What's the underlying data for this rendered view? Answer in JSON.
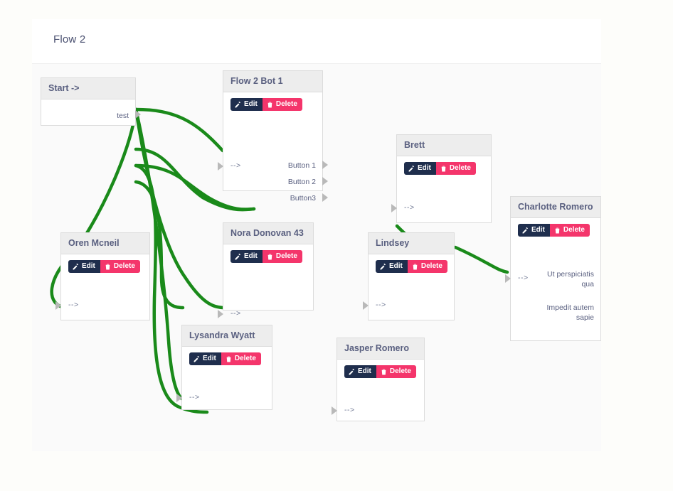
{
  "header": {
    "title": "Flow 2"
  },
  "canvas": {
    "edge_color": "#1a8a1a",
    "accent_edit": "#1f2e4d",
    "accent_delete": "#f4356b",
    "node_header_bg": "#ededed"
  },
  "buttons": {
    "edit_label": "Edit",
    "delete_label": "Delete"
  },
  "ports": {
    "in_label": "-->"
  },
  "nodes": [
    {
      "id": "start",
      "title": "Start ->",
      "has_actions": false,
      "outputs": [
        "test"
      ],
      "inputs": []
    },
    {
      "id": "flow2bot1",
      "title": "Flow 2 Bot 1",
      "has_actions": true,
      "outputs": [
        "Button 1",
        "Button 2",
        "Button3"
      ],
      "inputs": [
        "-->"
      ]
    },
    {
      "id": "brett",
      "title": "Brett",
      "has_actions": true,
      "outputs": [],
      "inputs": [
        "-->"
      ]
    },
    {
      "id": "charlotte",
      "title": "Charlotte Romero",
      "has_actions": true,
      "outputs": [
        "Ut perspiciatis qua",
        "Impedit autem sapie"
      ],
      "inputs": [
        "-->"
      ]
    },
    {
      "id": "oren",
      "title": "Oren Mcneil",
      "has_actions": true,
      "outputs": [],
      "inputs": [
        "-->"
      ]
    },
    {
      "id": "nora",
      "title": "Nora Donovan 43",
      "has_actions": true,
      "outputs": [],
      "inputs": [
        "-->"
      ]
    },
    {
      "id": "lindsey",
      "title": "Lindsey",
      "has_actions": true,
      "outputs": [],
      "inputs": [
        "-->"
      ]
    },
    {
      "id": "lysandra",
      "title": "Lysandra Wyatt",
      "has_actions": true,
      "outputs": [],
      "inputs": [
        "-->"
      ]
    },
    {
      "id": "jasper",
      "title": "Jasper Romero",
      "has_actions": true,
      "outputs": [],
      "inputs": [
        "-->"
      ]
    }
  ]
}
